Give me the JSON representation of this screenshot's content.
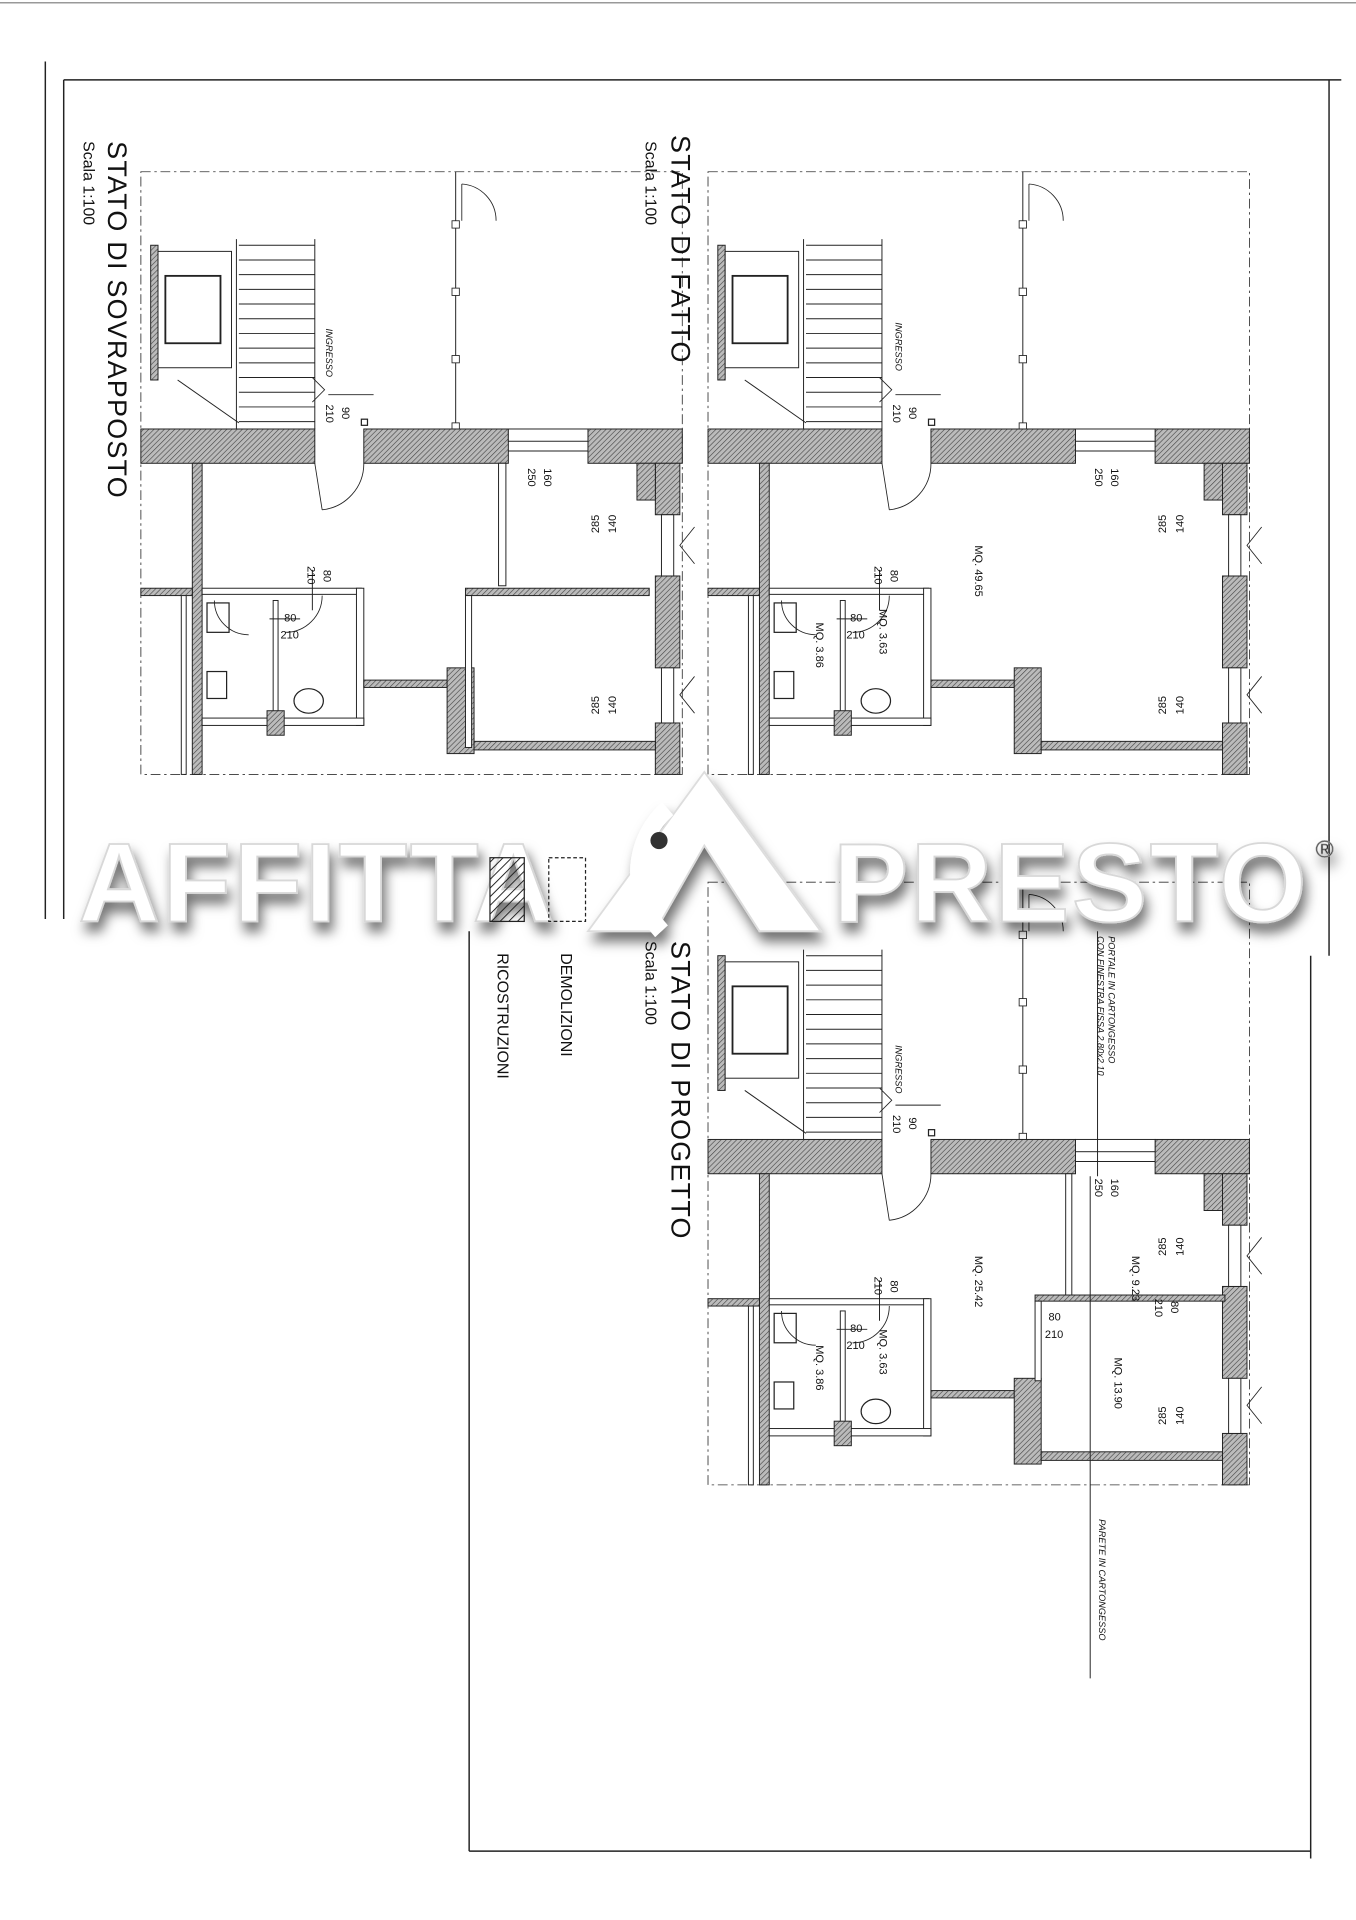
{
  "plans": [
    {
      "title": "STATO DI SOVRAPPOSTO",
      "scale": "Scala 1:100",
      "entrance": "INGRESSO",
      "dims": {
        "door_main": [
          "90",
          "210"
        ],
        "window_top": [
          "160",
          "250"
        ],
        "window_right_1": [
          "285",
          "140"
        ],
        "window_right_2": [
          "285",
          "140"
        ],
        "bath_door_1": [
          "80",
          "210"
        ],
        "bath_door_2": [
          "80",
          "210"
        ]
      }
    },
    {
      "title": "STATO DI FATTO",
      "scale": "Scala 1:100",
      "entrance": "INGRESSO",
      "areas": {
        "main": "MQ. 49.65",
        "bath_a": "MQ. 3.63",
        "bath_b": "MQ. 3.86"
      },
      "dims": {
        "door_main": [
          "90",
          "210"
        ],
        "window_top": [
          "160",
          "250"
        ],
        "window_right_1": [
          "285",
          "140"
        ],
        "window_right_2": [
          "285",
          "140"
        ],
        "bath_door_1": [
          "80",
          "210"
        ],
        "bath_door_2": [
          "80",
          "210"
        ]
      }
    },
    {
      "title": "STATO DI PROGETTO",
      "scale": "Scala 1:100",
      "entrance": "INGRESSO",
      "areas": {
        "main": "MQ. 25.42",
        "room_a": "MQ. 9.23",
        "room_b": "MQ. 13.90",
        "bath_a": "MQ. 3.63",
        "bath_b": "MQ. 3.86"
      },
      "dims": {
        "door_main": [
          "90",
          "210"
        ],
        "window_top": [
          "160",
          "250"
        ],
        "window_right_1": [
          "285",
          "140"
        ],
        "window_right_2": [
          "285",
          "140"
        ],
        "bath_door_1": [
          "80",
          "210"
        ],
        "bath_door_2": [
          "80",
          "210"
        ],
        "room_door_1": [
          "80",
          "210"
        ],
        "room_door_2": [
          "80",
          "210"
        ]
      },
      "notes": {
        "portal": "PORTALE IN CARTONGESSO",
        "portal_2": "CON FINESTRA FISSA 2.80x2.10",
        "partition": "PARETE IN CARTONGESSO"
      }
    }
  ],
  "legend": {
    "demolitions": "DEMOLIZIONI",
    "reconstructions": "RICOSTRUZIONI"
  },
  "watermark": {
    "left": "AFFITTA",
    "right": "PRESTO",
    "mark": "®"
  },
  "colors": {
    "ink": "#111111",
    "hatch": "#555555",
    "watermark_fill": "#ffffff"
  }
}
